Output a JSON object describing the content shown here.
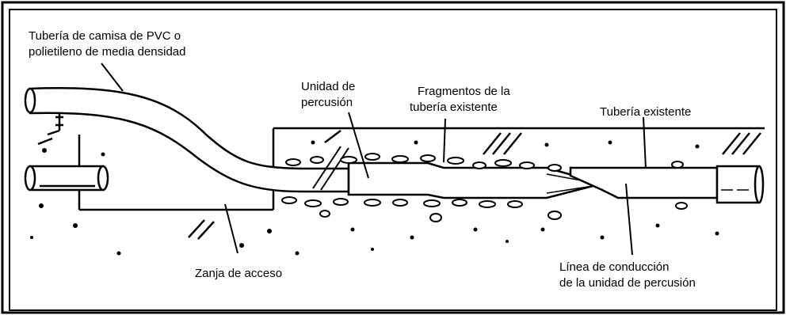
{
  "labels": {
    "pipe_sleeve": [
      "Tubería de camisa de PVC o",
      "polietileno de media densidad"
    ],
    "percussion_unit": [
      "Unidad de",
      "percusión"
    ],
    "fragments": [
      "Fragmentos de la",
      "tubería existente"
    ],
    "existing_pipe": "Tubería existente",
    "access_trench": "Zanja de acceso",
    "drive_line": [
      "Línea de conducción",
      "de la unidad de percusión"
    ]
  }
}
